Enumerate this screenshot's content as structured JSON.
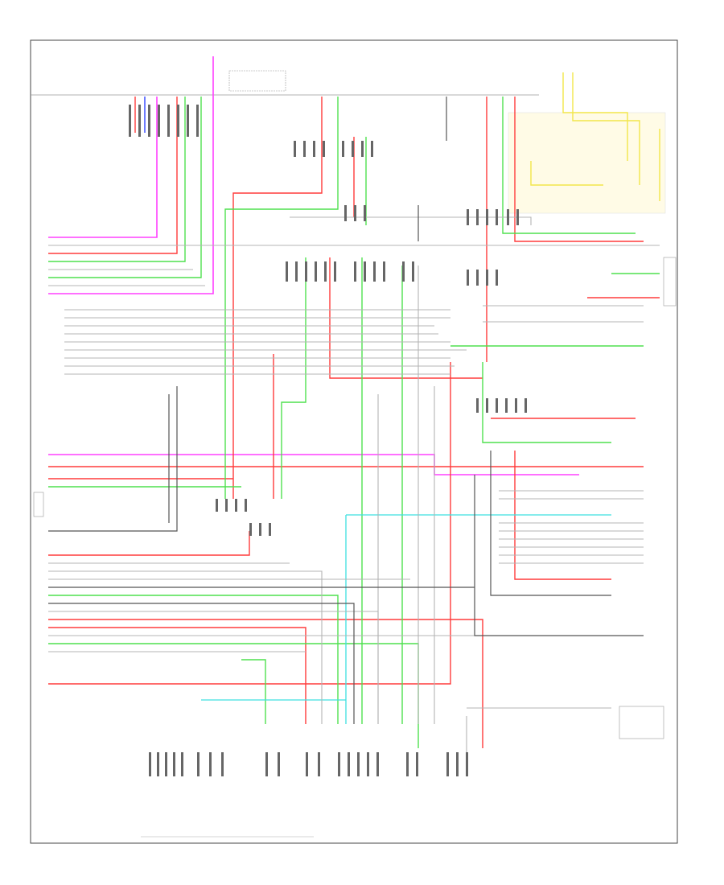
{
  "diagram": {
    "reference_label": "",
    "wire_colors": {
      "red": "#ff3b3b",
      "green": "#4fe04f",
      "magenta": "#ff40ff",
      "blue": "#4a5cff",
      "yellow": "#f2e64a",
      "cyan": "#3fe0e0",
      "gray": "#b4b4b4",
      "dark": "#555555",
      "black": "#222222"
    },
    "connector_columns": [
      {
        "id": "top-left-block"
      },
      {
        "id": "top-center-block"
      },
      {
        "id": "top-right-block"
      },
      {
        "id": "mid-center-block"
      },
      {
        "id": "mid-right-block"
      },
      {
        "id": "bottom-left-block"
      },
      {
        "id": "bottom-center-block"
      },
      {
        "id": "bottom-right-block"
      }
    ]
  }
}
